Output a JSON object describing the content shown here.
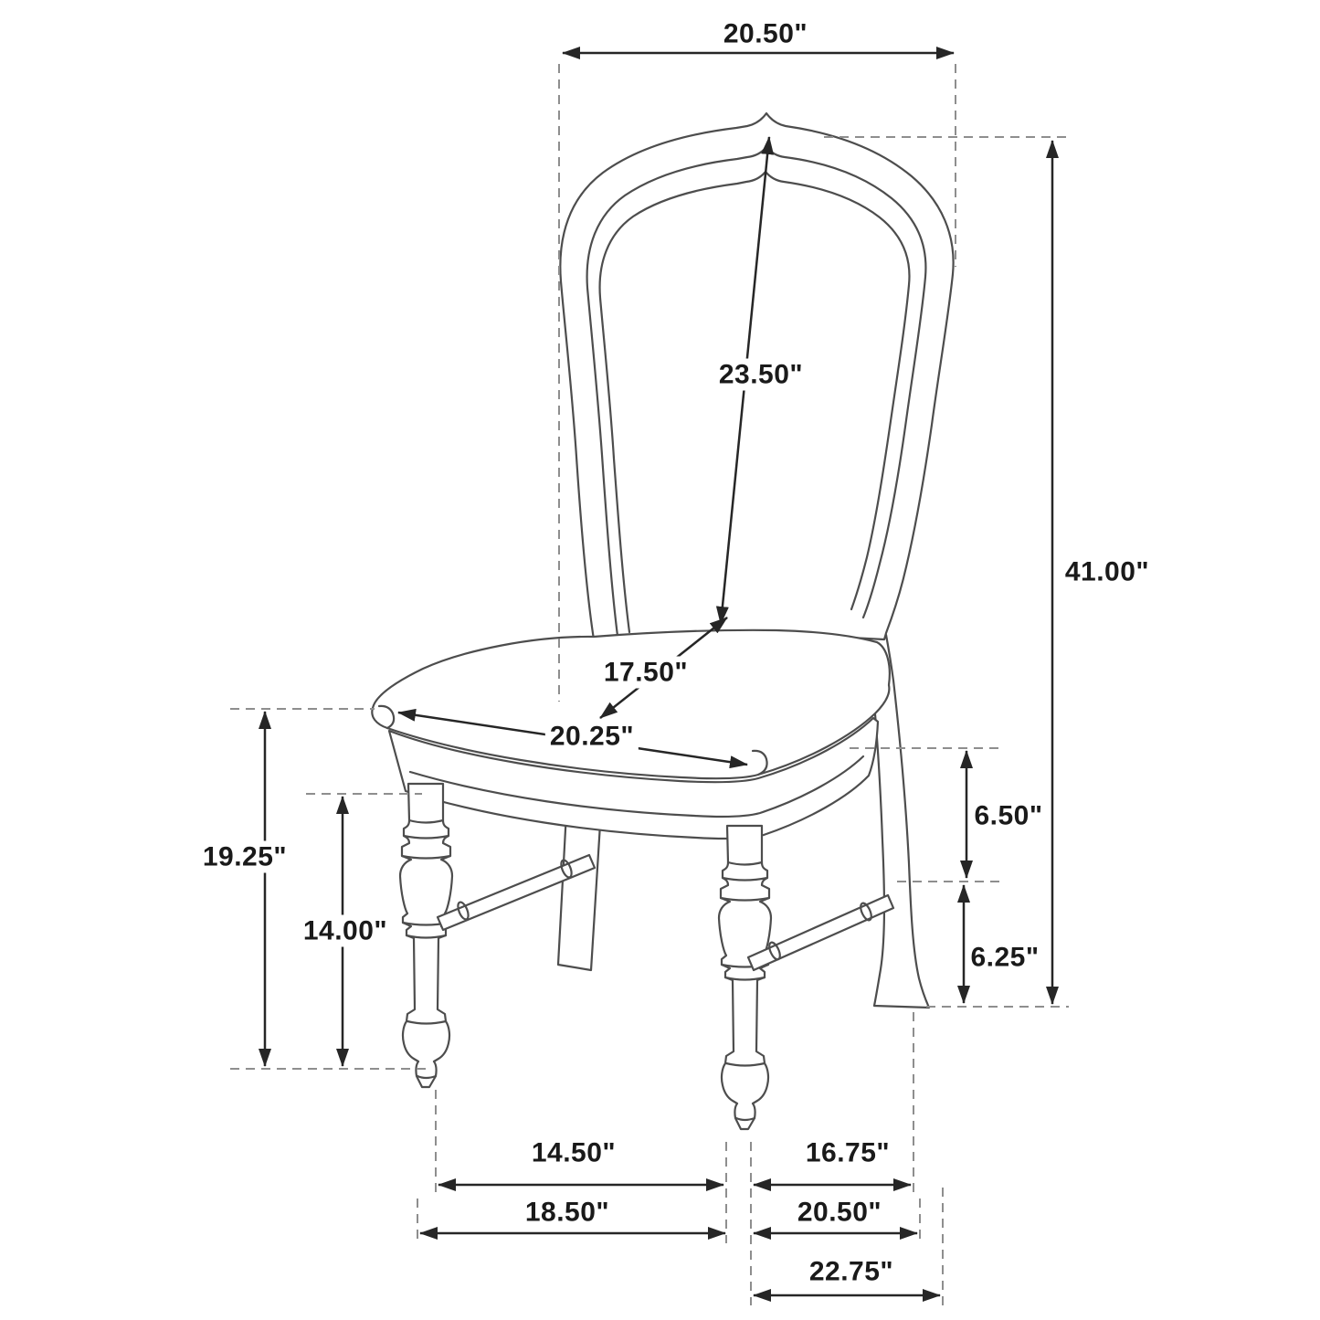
{
  "diagram": {
    "subject": "dining side chair dimension drawing",
    "unit": "inches"
  },
  "dims": {
    "back_top_width": "20.50\"",
    "backrest_height": "23.50\"",
    "overall_height": "41.00\"",
    "seat_depth": "17.50\"",
    "seat_width": "20.25\"",
    "seat_height": "19.25\"",
    "leg_height": "14.00\"",
    "seat_to_stretcher": "6.50\"",
    "stretcher_to_floor": "6.25\"",
    "front_leg_spacing": "14.50\"",
    "side_leg_spacing": "16.75\"",
    "front_width": "18.50\"",
    "side_depth": "20.50\"",
    "overall_depth": "22.75\""
  },
  "colors": {
    "outline": "#4d4d4d",
    "dimension": "#262626",
    "extension": "#8e8e8e",
    "background": "#ffffff",
    "label_text": "#1a1a1a"
  }
}
